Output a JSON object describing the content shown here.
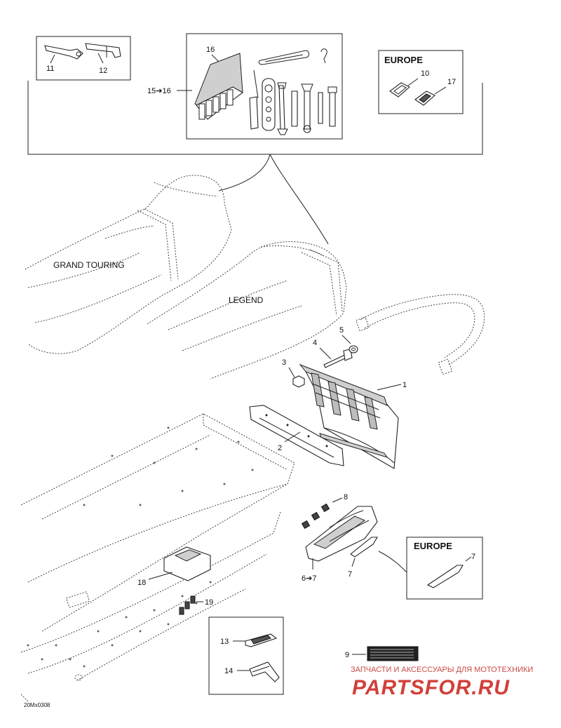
{
  "callouts": {
    "c1": "1",
    "c2": "2",
    "c3": "3",
    "c4": "4",
    "c5": "5",
    "c67": "6➔7",
    "c7a": "7",
    "c7b": "7",
    "c8": "8",
    "c9": "9",
    "c10": "10",
    "c11": "11",
    "c12": "12",
    "c13": "13",
    "c14": "14",
    "c1516": "15➔16",
    "c16": "16",
    "c17": "17",
    "c18": "18",
    "c19": "19"
  },
  "boxes": {
    "europe_top": "EUROPE",
    "europe_bottom": "EUROPE"
  },
  "models": {
    "grand_touring": "GRAND TOURING",
    "legend": "LEGEND"
  },
  "figure_code": "20Mx0308",
  "watermark": {
    "tagline": "ЗАПЧАСТИ И АКСЕССУАРЫ ДЛЯ МОТОТЕХНИКИ",
    "brand": "PARTSFOR.RU",
    "color": "#d2403a"
  },
  "colors": {
    "ink": "#222222",
    "background": "#ffffff"
  }
}
